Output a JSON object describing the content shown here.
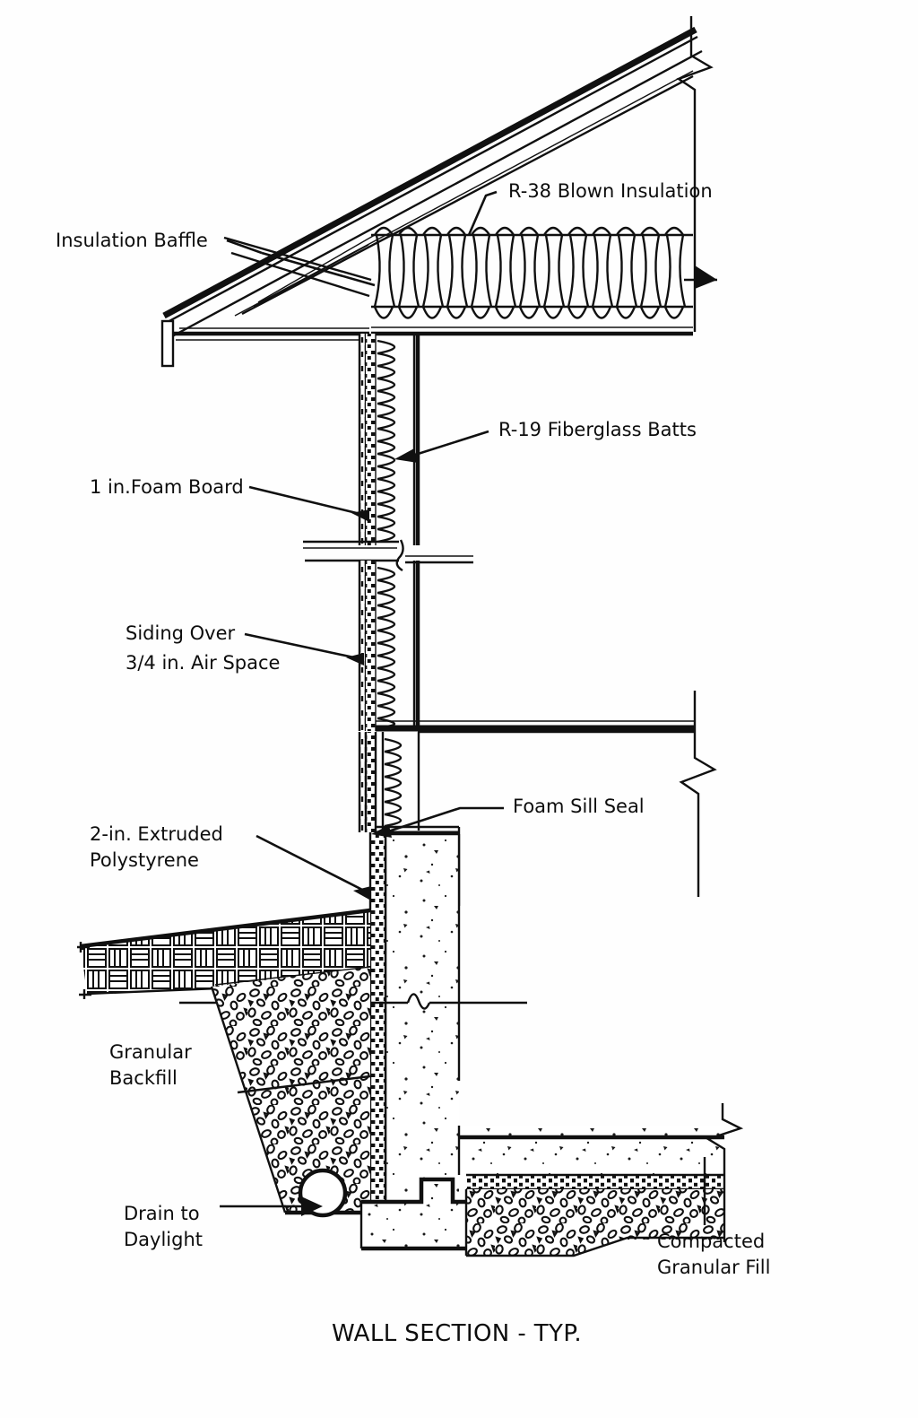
{
  "drawing": {
    "title": "WALL SECTION - TYP.",
    "type": "architectural-wall-section",
    "background_color": "#fefefe",
    "line_color": "#101010"
  },
  "labels": {
    "insulation_baffle": "Insulation Baffle",
    "r38_blown_insulation": "R-38 Blown Insulation",
    "r19_fiberglass_batts": "R-19 Fiberglass Batts",
    "foam_board": "1 in.Foam Board",
    "siding_line1": "Siding Over",
    "siding_line2": "3/4 in. Air Space",
    "foam_sill_seal": "Foam Sill Seal",
    "extruded_poly_line1": "2-in. Extruded",
    "extruded_poly_line2": "Polystyrene",
    "granular_backfill_line1": "Granular",
    "granular_backfill_line2": "Backfill",
    "drain_line1": "Drain to",
    "drain_line2": "Daylight",
    "compacted_line1": "Compacted",
    "compacted_line2": "Granular Fill"
  },
  "components": [
    {
      "name": "roof-rafter",
      "description": "sloped roof rafter with sheathing"
    },
    {
      "name": "insulation-baffle",
      "description": "attic ventilation baffle at eave"
    },
    {
      "name": "blown-insulation",
      "description": "R-38 blown attic insulation over ceiling"
    },
    {
      "name": "ceiling-joist",
      "description": "ceiling framing"
    },
    {
      "name": "fascia-board",
      "description": "eave fascia"
    },
    {
      "name": "soffit",
      "description": "eave soffit"
    },
    {
      "name": "exterior-wall",
      "description": "framed exterior wall with batts"
    },
    {
      "name": "foam-board-sheathing",
      "description": "1 in. rigid foam board"
    },
    {
      "name": "siding",
      "description": "siding over 3/4 in. air space"
    },
    {
      "name": "fiberglass-batts",
      "description": "R-19 fiberglass batt insulation in stud cavity"
    },
    {
      "name": "rim-joist",
      "description": "floor rim joist / band"
    },
    {
      "name": "sill-plate",
      "description": "sill plate with foam sill seal"
    },
    {
      "name": "foundation-wall",
      "description": "concrete foundation wall"
    },
    {
      "name": "extruded-polystyrene",
      "description": "2-in. extruded polystyrene on exterior of foundation"
    },
    {
      "name": "earth-backfill",
      "description": "earth / soil basket-weave hatch"
    },
    {
      "name": "granular-backfill",
      "description": "granular gravel backfill"
    },
    {
      "name": "footing",
      "description": "concrete spread footing with keyway"
    },
    {
      "name": "drain-pipe",
      "description": "perimeter drain to daylight"
    },
    {
      "name": "slab",
      "description": "concrete basement slab"
    },
    {
      "name": "under-slab-insulation",
      "description": "rigid insulation under slab"
    },
    {
      "name": "compacted-granular-fill",
      "description": "compacted granular fill under slab"
    },
    {
      "name": "break-line",
      "description": "drawing break symbol"
    }
  ]
}
